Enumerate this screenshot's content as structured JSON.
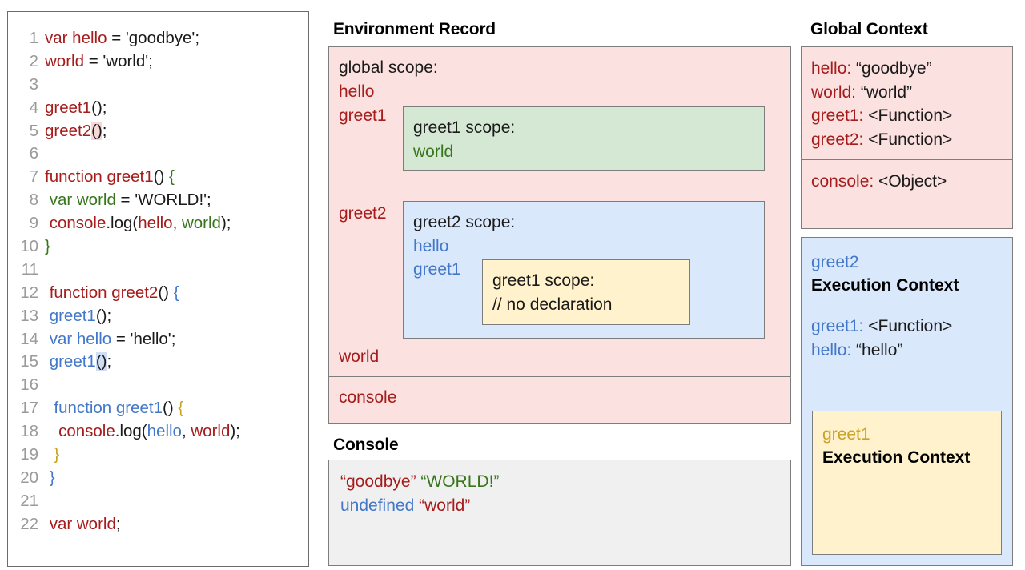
{
  "code_panel": {
    "name": "source-code",
    "lines": [
      {
        "n": "1",
        "tokens": [
          {
            "t": "var hello",
            "c": "red"
          },
          {
            "t": " = 'goodbye';",
            "c": "black"
          }
        ]
      },
      {
        "n": "2",
        "tokens": [
          {
            "t": "world",
            "c": "red"
          },
          {
            "t": " = 'world';",
            "c": "black"
          }
        ]
      },
      {
        "n": "3",
        "tokens": []
      },
      {
        "n": "4",
        "tokens": [
          {
            "t": "greet1",
            "c": "red"
          },
          {
            "t": "();",
            "c": "black"
          }
        ]
      },
      {
        "n": "5",
        "tokens": [
          {
            "t": "greet2",
            "c": "red"
          },
          {
            "t": "()",
            "c": "black",
            "hl": "pink"
          },
          {
            "t": ";",
            "c": "black"
          }
        ]
      },
      {
        "n": "6",
        "tokens": []
      },
      {
        "n": "7",
        "tokens": [
          {
            "t": "function greet1",
            "c": "red"
          },
          {
            "t": "() ",
            "c": "black"
          },
          {
            "t": "{",
            "c": "green"
          }
        ]
      },
      {
        "n": "8",
        "tokens": [
          {
            "t": " var world",
            "c": "green"
          },
          {
            "t": " = 'WORLD!';",
            "c": "black"
          }
        ]
      },
      {
        "n": "9",
        "tokens": [
          {
            "t": " console",
            "c": "red"
          },
          {
            "t": ".log(",
            "c": "black"
          },
          {
            "t": "hello",
            "c": "red"
          },
          {
            "t": ", ",
            "c": "black"
          },
          {
            "t": "world",
            "c": "green"
          },
          {
            "t": ");",
            "c": "black"
          }
        ]
      },
      {
        "n": "10",
        "tokens": [
          {
            "t": "}",
            "c": "green"
          }
        ]
      },
      {
        "n": "11",
        "tokens": []
      },
      {
        "n": "12",
        "tokens": [
          {
            "t": " function greet2",
            "c": "red"
          },
          {
            "t": "() ",
            "c": "black"
          },
          {
            "t": "{",
            "c": "blue"
          }
        ]
      },
      {
        "n": "13",
        "tokens": [
          {
            "t": " greet1",
            "c": "blue"
          },
          {
            "t": "();",
            "c": "black"
          }
        ]
      },
      {
        "n": "14",
        "tokens": [
          {
            "t": " var hello",
            "c": "blue"
          },
          {
            "t": " = 'hello';",
            "c": "black"
          }
        ]
      },
      {
        "n": "15",
        "tokens": [
          {
            "t": " greet1",
            "c": "blue"
          },
          {
            "t": "()",
            "c": "black",
            "hl": "blue"
          },
          {
            "t": ";",
            "c": "black"
          }
        ]
      },
      {
        "n": "16",
        "tokens": []
      },
      {
        "n": "17",
        "tokens": [
          {
            "t": "  function greet1",
            "c": "blue"
          },
          {
            "t": "() ",
            "c": "black"
          },
          {
            "t": "{",
            "c": "gold"
          }
        ]
      },
      {
        "n": "18",
        "tokens": [
          {
            "t": "   console",
            "c": "red"
          },
          {
            "t": ".log(",
            "c": "black"
          },
          {
            "t": "hello",
            "c": "blue"
          },
          {
            "t": ", ",
            "c": "black"
          },
          {
            "t": "world",
            "c": "red"
          },
          {
            "t": ");",
            "c": "black"
          }
        ]
      },
      {
        "n": "19",
        "tokens": [
          {
            "t": "  }",
            "c": "gold"
          }
        ]
      },
      {
        "n": "20",
        "tokens": [
          {
            "t": " }",
            "c": "blue"
          }
        ]
      },
      {
        "n": "21",
        "tokens": []
      },
      {
        "n": "22",
        "tokens": [
          {
            "t": " var world",
            "c": "red"
          },
          {
            "t": ";",
            "c": "black"
          }
        ]
      }
    ]
  },
  "environment_record": {
    "title": "Environment Record",
    "global_scope_label": "global scope:",
    "global_entries": [
      "hello",
      "greet1",
      "greet2",
      "world"
    ],
    "console_entry": "console",
    "greet1_scope": {
      "title": "greet1 scope:",
      "entries": [
        "world"
      ]
    },
    "greet2_scope": {
      "title": "greet2 scope:",
      "entries": [
        "hello",
        "greet1"
      ],
      "inner_greet1_scope": {
        "title": "greet1 scope:",
        "comment": "// no declaration"
      }
    }
  },
  "console": {
    "title": "Console",
    "lines": [
      [
        {
          "t": "“goodbye”",
          "c": "red"
        },
        {
          "t": " ",
          "c": "black"
        },
        {
          "t": "“WORLD!”",
          "c": "green"
        }
      ],
      [
        {
          "t": "undefined",
          "c": "blue"
        },
        {
          "t": " ",
          "c": "black"
        },
        {
          "t": "“world”",
          "c": "red"
        }
      ]
    ]
  },
  "global_context": {
    "title": "Global Context",
    "variables": [
      {
        "key": "hello:",
        "value": " “goodbye”",
        "c": "red"
      },
      {
        "key": "world:",
        "value": " “world”",
        "c": "red"
      },
      {
        "key": "greet1:",
        "value": " <Function>",
        "c": "red"
      },
      {
        "key": "greet2:",
        "value": " <Function>",
        "c": "red"
      }
    ],
    "objects": [
      {
        "key": "console:",
        "value": " <Object>",
        "c": "red"
      }
    ]
  },
  "greet2_execution_context": {
    "name_label": "greet2",
    "title": "Execution Context",
    "variables": [
      {
        "key": "greet1:",
        "value": " <Function>",
        "c": "blue"
      },
      {
        "key": "hello:",
        "value": " “hello”",
        "c": "blue"
      }
    ],
    "greet1_execution_context": {
      "name_label": "greet1",
      "title": "Execution Context"
    }
  },
  "colors": {
    "red": "#A61C1C",
    "green": "#38761D",
    "blue": "#4277C9",
    "gold": "#C9A227",
    "pink_bg": "#FBE1DF",
    "green_bg": "#D5E8D4",
    "blue_bg": "#DAE8FC",
    "yellow_bg": "#FFF2CC",
    "console_bg": "#F0F0F0",
    "border": "#7d7d7d"
  }
}
